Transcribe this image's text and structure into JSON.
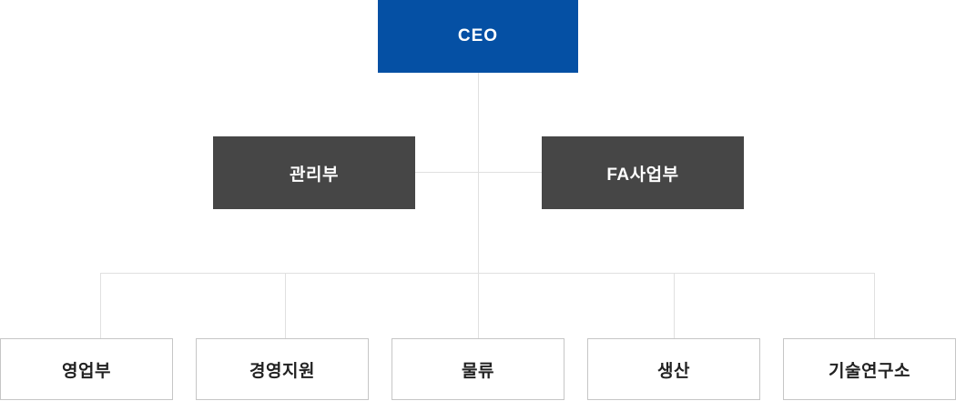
{
  "org_chart": {
    "root": {
      "label": "CEO"
    },
    "branches": [
      {
        "label": "관리부"
      },
      {
        "label": "FA사업부"
      }
    ],
    "departments": [
      {
        "label": "영업부"
      },
      {
        "label": "경영지원"
      },
      {
        "label": "물류"
      },
      {
        "label": "생산"
      },
      {
        "label": "기술연구소"
      }
    ],
    "colors": {
      "root_bg": "#0550a4",
      "branch_bg": "#464646",
      "department_bg": "#ffffff",
      "department_border": "#c6c6c6",
      "connector_line": "#e0e0e0",
      "light_text": "#ffffff",
      "dark_text": "#222222"
    }
  }
}
